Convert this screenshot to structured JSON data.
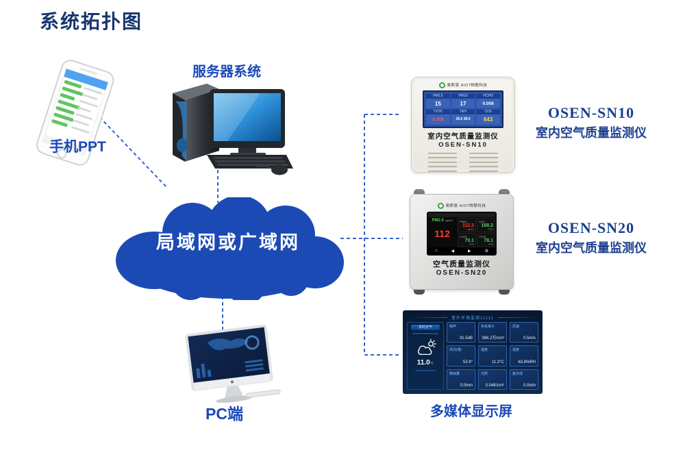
{
  "title": "系统拓扑图",
  "colors": {
    "title_navy": "#17356e",
    "label_blue": "#1a49b8",
    "cloud_blue": "#1c4ab5",
    "line_blue": "#3465c8"
  },
  "phone": {
    "label": "手机PPT"
  },
  "server": {
    "label": "服务器系统"
  },
  "cloud": {
    "label": "局域网或广域网"
  },
  "pc": {
    "label": "PC端"
  },
  "sn10": {
    "model": "OSEN-SN10",
    "kind": "室内空气质量监测仪",
    "brand": "奥斯恩 AIOT物联科技",
    "panel_title": "室内空气质量监测仪",
    "panel_model": "OSEN-SN10",
    "screen_cells": [
      {
        "label": "PM2.5",
        "value": "15"
      },
      {
        "label": "PM10",
        "value": "17"
      },
      {
        "label": "HCHO",
        "value": "0.008"
      },
      {
        "label": "TVOC",
        "value": "0.328"
      },
      {
        "label": "T&H",
        "value": "26.6 38.9"
      },
      {
        "label": "CO2",
        "value": "643"
      }
    ]
  },
  "sn20": {
    "model": "OSEN-SN20",
    "kind": "室内空气质量监测仪",
    "brand": "奥斯恩 AIOT物联科技",
    "panel_title": "空气质量监测仪",
    "panel_model": "OSEN-SN20",
    "screen": {
      "main_label": "PM2.5",
      "main_unit": "ug/m3",
      "main_value": "112",
      "cells": [
        {
          "label": "PM10",
          "value": "112.3",
          "unit": "ug/m3"
        },
        {
          "label": "CO2",
          "value": "168.2",
          "unit": "PPM"
        },
        {
          "label": "CH2O",
          "value": "70.1",
          "unit": "PPB"
        },
        {
          "label": "TVOC",
          "value": "78.1",
          "unit": "PPB"
        }
      ],
      "nav_icons": {
        "home": "⌂",
        "prev": "◀",
        "next": "▶",
        "gear": "⚙"
      }
    }
  },
  "display": {
    "label": "多媒体显示屏",
    "screen_title": "室外环境监测11111",
    "weather_tab": "实时天气",
    "temp": "11.0",
    "temp_unit": "℃",
    "cells": [
      {
        "label": "噪声",
        "value": "31.5dB"
      },
      {
        "label": "负氧离子",
        "value": "386.2万/cm³"
      },
      {
        "label": "风速",
        "value": "0.5m/s"
      },
      {
        "label": "风向(角)",
        "value": "53.9°"
      },
      {
        "label": "温度",
        "value": "11.3°C"
      },
      {
        "label": "湿度",
        "value": "63.8%RH"
      },
      {
        "label": "降雨量",
        "value": "0.0mm"
      },
      {
        "label": "光照",
        "value": "0.04K/cm²"
      },
      {
        "label": "紫外线",
        "value": "0.0min"
      }
    ]
  }
}
